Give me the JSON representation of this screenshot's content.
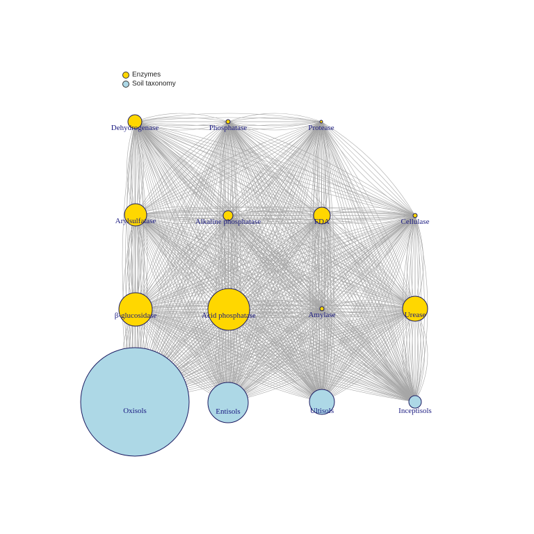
{
  "legend": {
    "items": [
      {
        "label": "Enzymes",
        "color": "#FFD700"
      },
      {
        "label": "Soil taxonomy",
        "color": "#ADD8E6"
      }
    ]
  },
  "colors": {
    "enzyme_fill": "#FFD700",
    "soil_fill": "#ADD8E6",
    "node_stroke": "#1a1a60",
    "edge": "#a6a6a6",
    "label": "#1a1a80"
  },
  "nodes": [
    {
      "id": "dehydrogenase",
      "label": "Dehydrogenase",
      "group": "enzyme"
    },
    {
      "id": "phosphatase",
      "label": "Phosphatase",
      "group": "enzyme"
    },
    {
      "id": "protease",
      "label": "Protease",
      "group": "enzyme"
    },
    {
      "id": "arylsulfatase",
      "label": "Arylsulfatase",
      "group": "enzyme"
    },
    {
      "id": "alkaline-phosphatase",
      "label": "Alkaline phosphatase",
      "group": "enzyme"
    },
    {
      "id": "fda",
      "label": "FDA",
      "group": "enzyme"
    },
    {
      "id": "cellulase",
      "label": "Cellulase",
      "group": "enzyme"
    },
    {
      "id": "b-glucosidase",
      "label": "β-glucosidase",
      "group": "enzyme"
    },
    {
      "id": "acid-phosphatase",
      "label": "Acid phosphatase",
      "group": "enzyme"
    },
    {
      "id": "amylase",
      "label": "Amylase",
      "group": "enzyme"
    },
    {
      "id": "urease",
      "label": "Urease",
      "group": "enzyme"
    },
    {
      "id": "oxisols",
      "label": "Oxisols",
      "group": "soil"
    },
    {
      "id": "entisols",
      "label": "Entisols",
      "group": "soil"
    },
    {
      "id": "ultisols",
      "label": "Ultisols",
      "group": "soil"
    },
    {
      "id": "inceptisols",
      "label": "Inceptisols",
      "group": "soil"
    }
  ]
}
